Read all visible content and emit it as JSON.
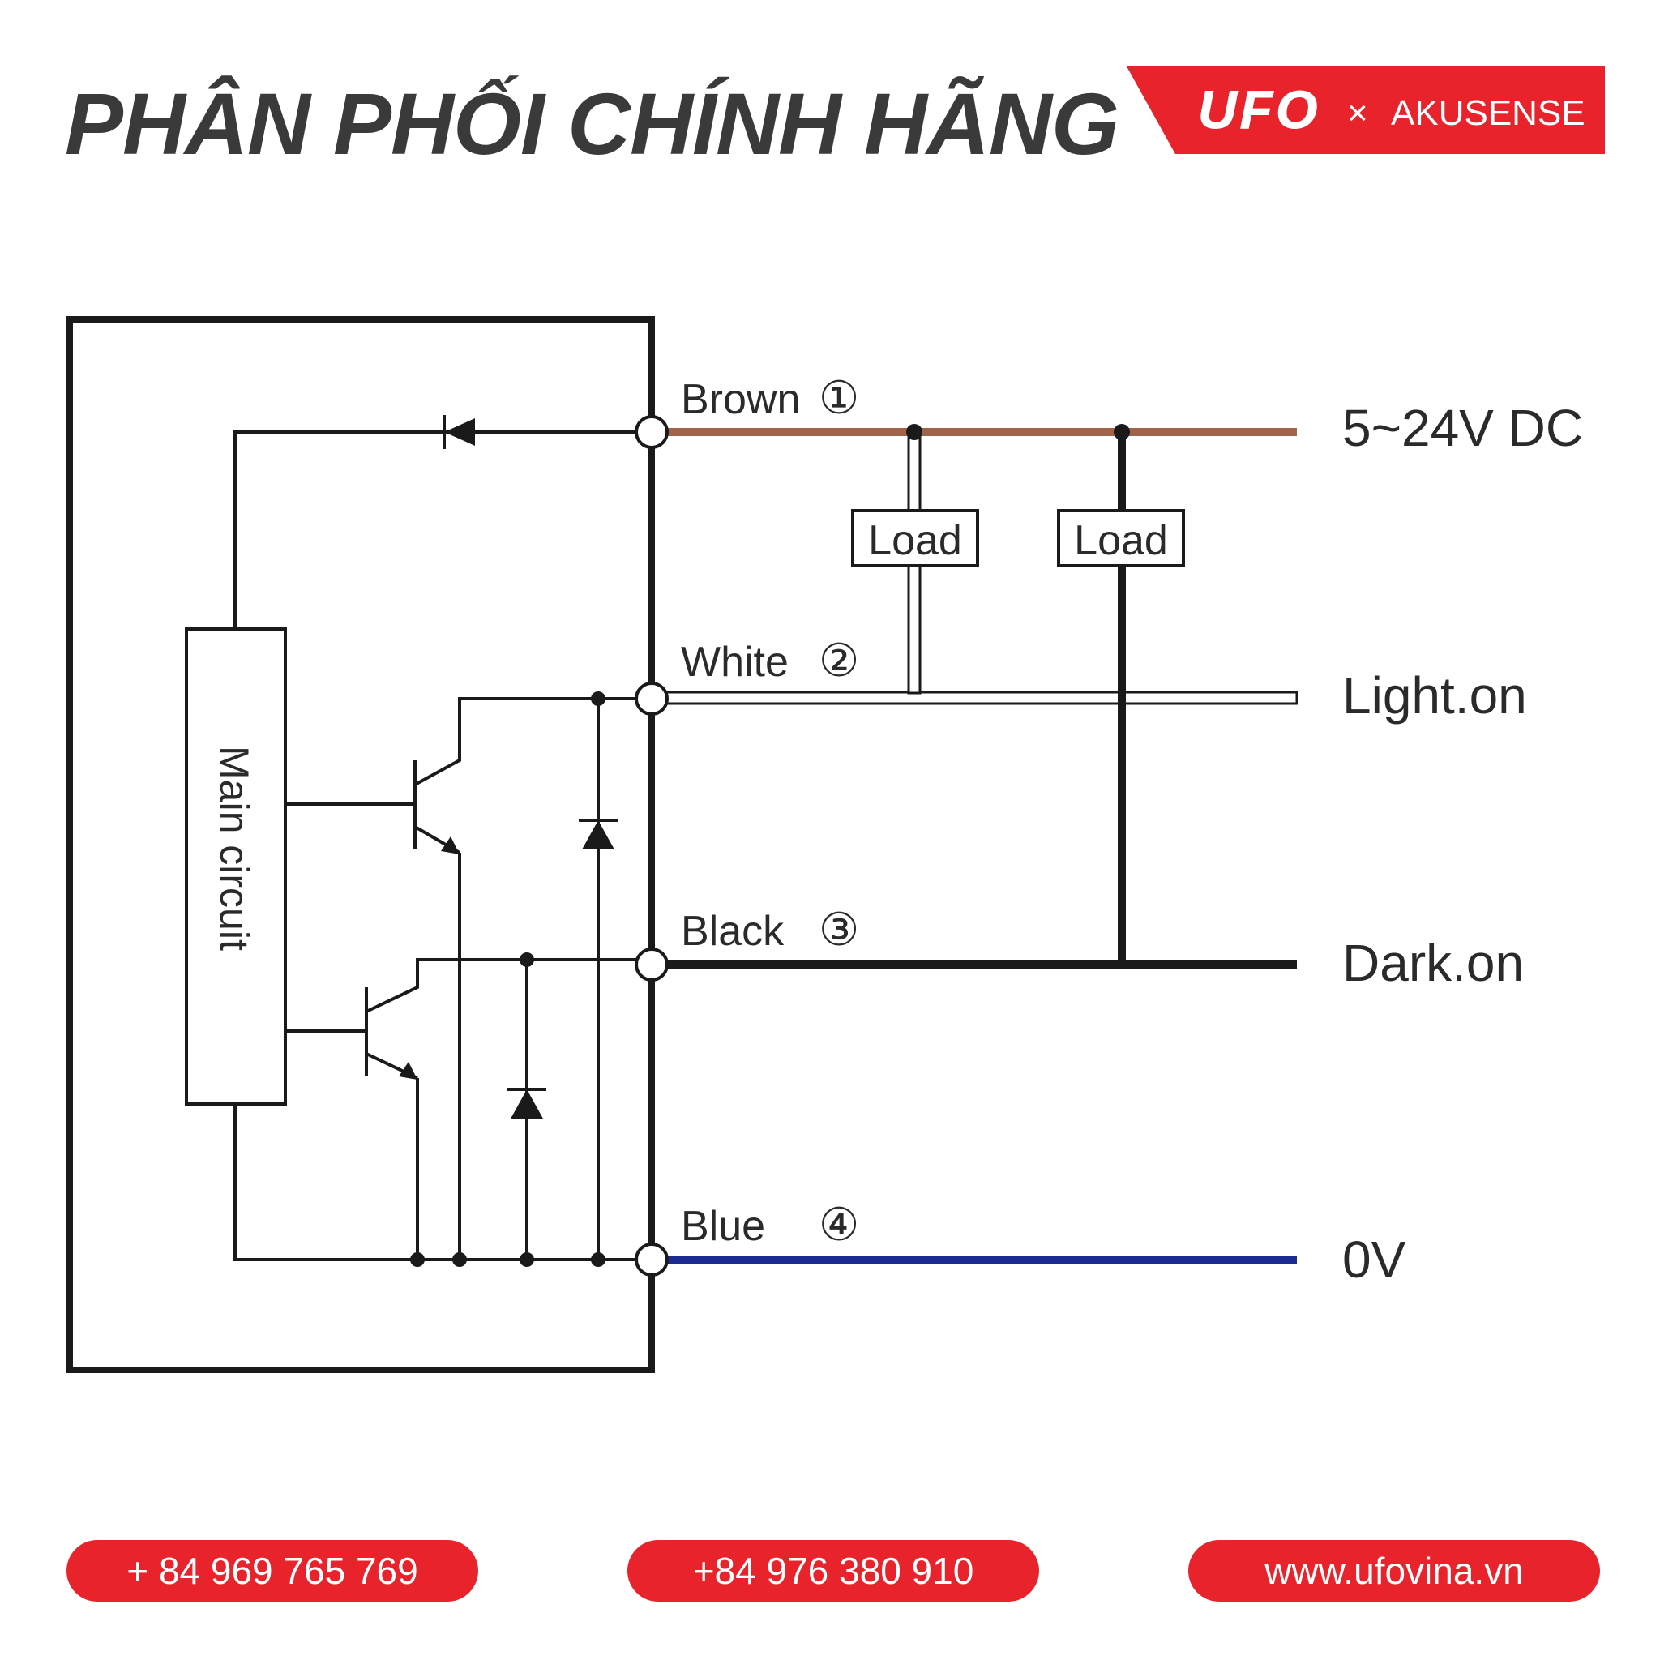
{
  "header": {
    "title": "PHÂN PHỐI CHÍNH HÃNG",
    "brand": {
      "logo_text": "UFO",
      "separator": "×",
      "partner": "AKUSENSE",
      "accent_color": "#e8232b"
    }
  },
  "diagram": {
    "main_block": "Main circuit",
    "load_labels": [
      "Load",
      "Load"
    ],
    "wires": [
      {
        "name": "Brown",
        "number": "①",
        "signal": "5~24V DC",
        "color": "#a0644a"
      },
      {
        "name": "White",
        "number": "②",
        "signal": "Light.on",
        "color": "#ffffff"
      },
      {
        "name": "Black",
        "number": "③",
        "signal": "Dark.on",
        "color": "#1a1a1a"
      },
      {
        "name": "Blue",
        "number": "④",
        "signal": "0V",
        "color": "#1c2b8f"
      }
    ]
  },
  "footer": {
    "contacts": [
      "+ 84 969 765 769",
      "+84 976 380 910",
      "www.ufovina.vn"
    ]
  }
}
